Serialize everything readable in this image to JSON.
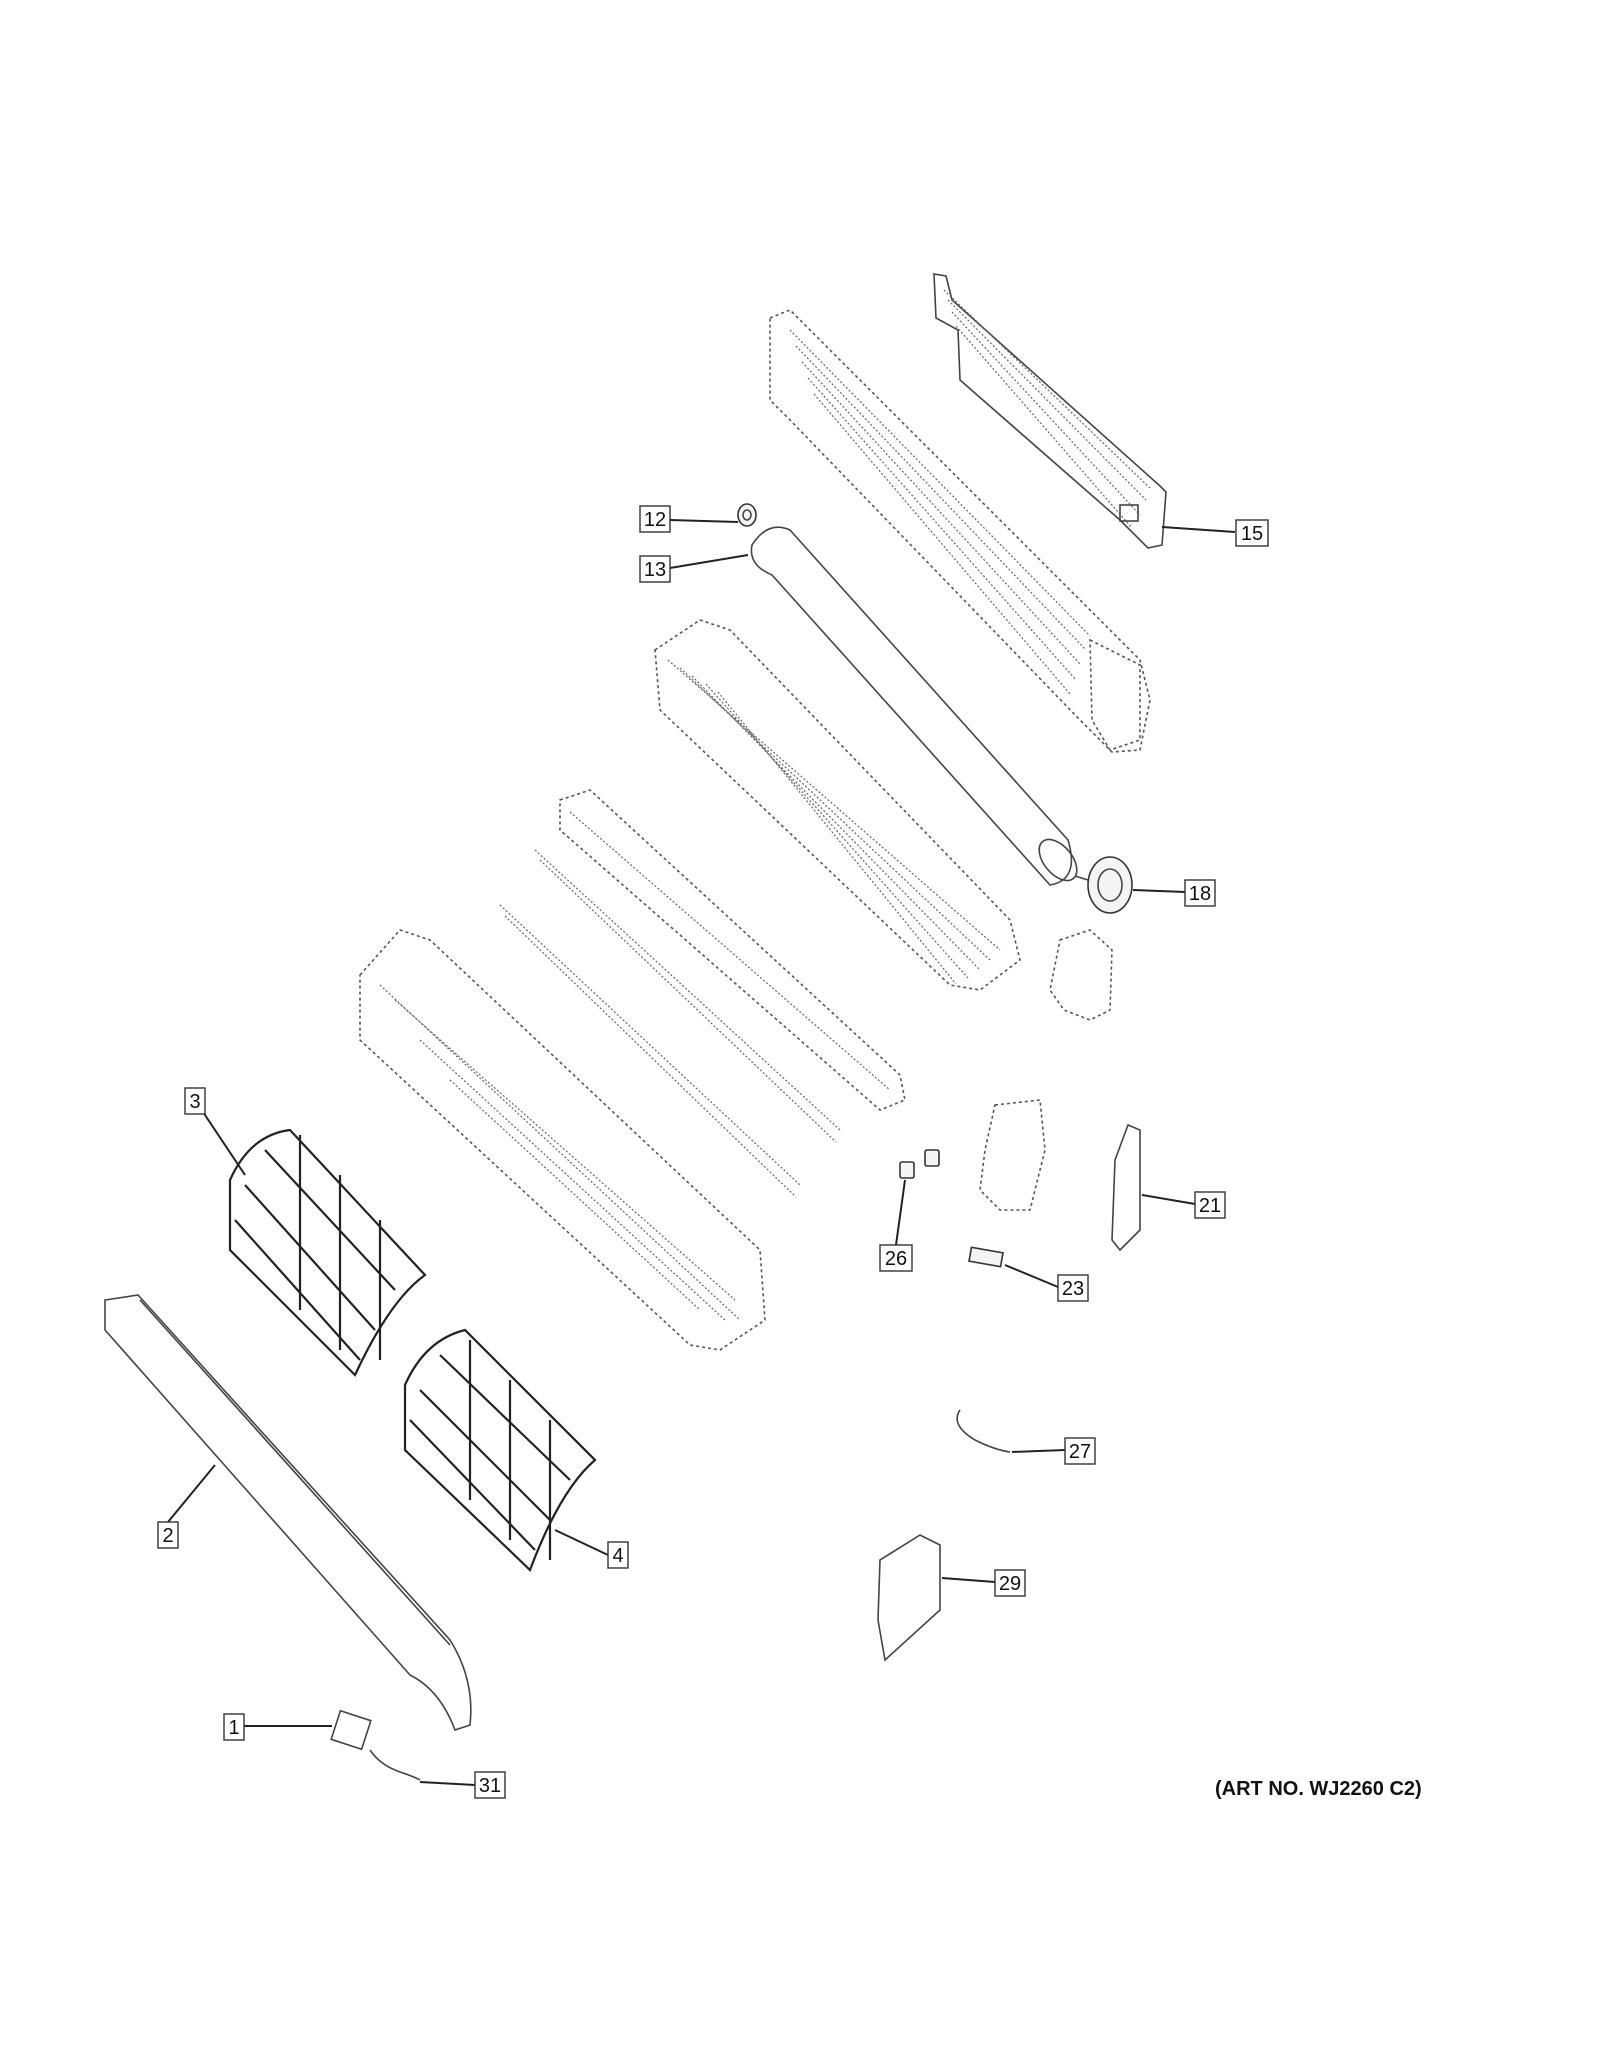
{
  "art_number": "(ART NO. WJ2260 C2)",
  "callouts": [
    {
      "id": "c1",
      "label": "1"
    },
    {
      "id": "c2",
      "label": "2"
    },
    {
      "id": "c3",
      "label": "3"
    },
    {
      "id": "c4",
      "label": "4"
    },
    {
      "id": "c12",
      "label": "12"
    },
    {
      "id": "c13",
      "label": "13"
    },
    {
      "id": "c15",
      "label": "15"
    },
    {
      "id": "c18",
      "label": "18"
    },
    {
      "id": "c21",
      "label": "21"
    },
    {
      "id": "c23",
      "label": "23"
    },
    {
      "id": "c26",
      "label": "26"
    },
    {
      "id": "c27",
      "label": "27"
    },
    {
      "id": "c29",
      "label": "29"
    },
    {
      "id": "c31",
      "label": "31"
    }
  ]
}
